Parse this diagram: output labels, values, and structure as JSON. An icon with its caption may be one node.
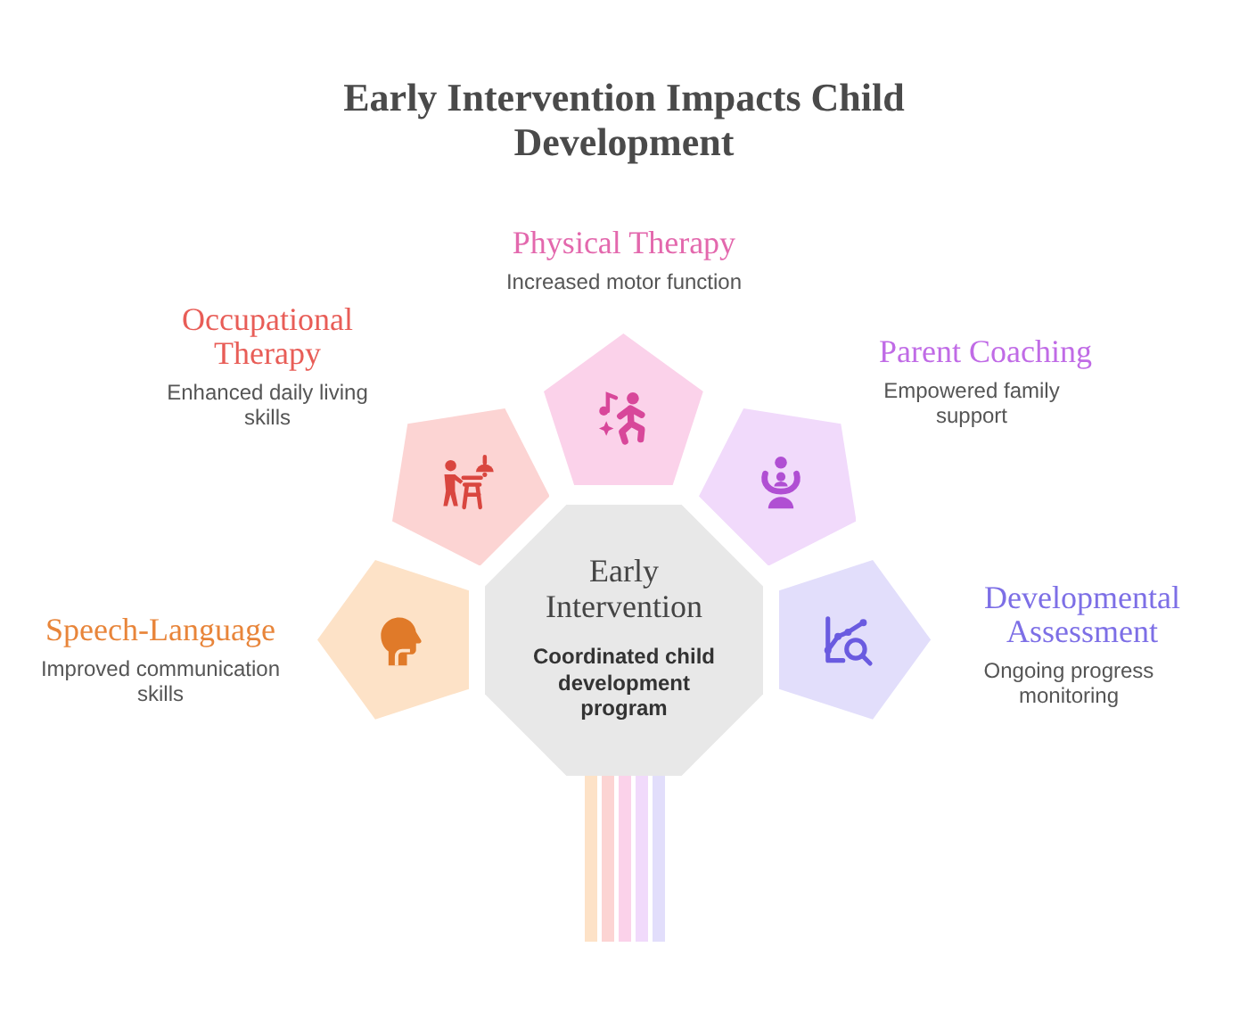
{
  "diagram": {
    "title": "Early Intervention Impacts Child Development",
    "nodes": [
      {
        "text": [
          "Early Intervention",
          "Coordinated child development program"
        ]
      },
      {
        "text": [],
        "shape": "pentagon",
        "beside": [
          "Speech-Language",
          "Improved communication skills"
        ]
      },
      {
        "text": [],
        "shape": "pentagon",
        "beside": [
          "Occupational Therapy",
          "Enhanced daily living skills"
        ]
      },
      {
        "text": [],
        "shape": "pentagon",
        "beside": [
          "Physical Therapy",
          "Increased motor function"
        ]
      },
      {
        "text": [],
        "shape": "pentagon",
        "beside": [
          "Parent Coaching",
          "Empowered family support"
        ]
      },
      {
        "text": [],
        "shape": "pentagon",
        "beside": [
          "Developmental Assessment",
          "Ongoing progress monitoring"
        ]
      }
    ]
  }
}
